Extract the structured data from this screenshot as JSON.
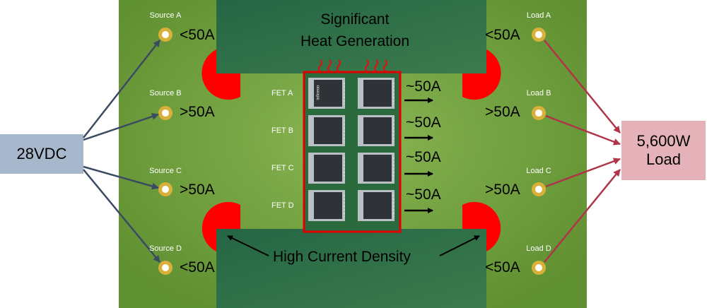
{
  "board": {
    "sources": [
      {
        "name": "Source A",
        "current": "<50A"
      },
      {
        "name": "Source B",
        "current": ">50A"
      },
      {
        "name": "Source C",
        "current": ">50A"
      },
      {
        "name": "Source D",
        "current": "<50A"
      }
    ],
    "loads": [
      {
        "name": "Load A",
        "current": "<50A"
      },
      {
        "name": "Load B",
        "current": ">50A"
      },
      {
        "name": "Load C",
        "current": ">50A"
      },
      {
        "name": "Load D",
        "current": "<50A"
      }
    ],
    "fets": [
      {
        "name": "FET A",
        "current": "~50A"
      },
      {
        "name": "FET B",
        "current": "~50A"
      },
      {
        "name": "FET C",
        "current": "~50A"
      },
      {
        "name": "FET D",
        "current": "~50A"
      }
    ],
    "chip_brand": "infineon",
    "heat_label_line1": "Significant",
    "heat_label_line2": "Heat Generation",
    "density_label": "High Current Density"
  },
  "supply": {
    "label": "28VDC"
  },
  "load_box": {
    "line1": "5,600W",
    "line2": "Load"
  },
  "colors": {
    "board_green": "#6e9e3a",
    "dark_green": "#2d6b46",
    "hot_red": "#ff0000",
    "supply_blue": "#a8b8cc",
    "load_pink": "#e4b2b8",
    "source_wire": "#3b4a63",
    "load_wire": "#b03448"
  }
}
